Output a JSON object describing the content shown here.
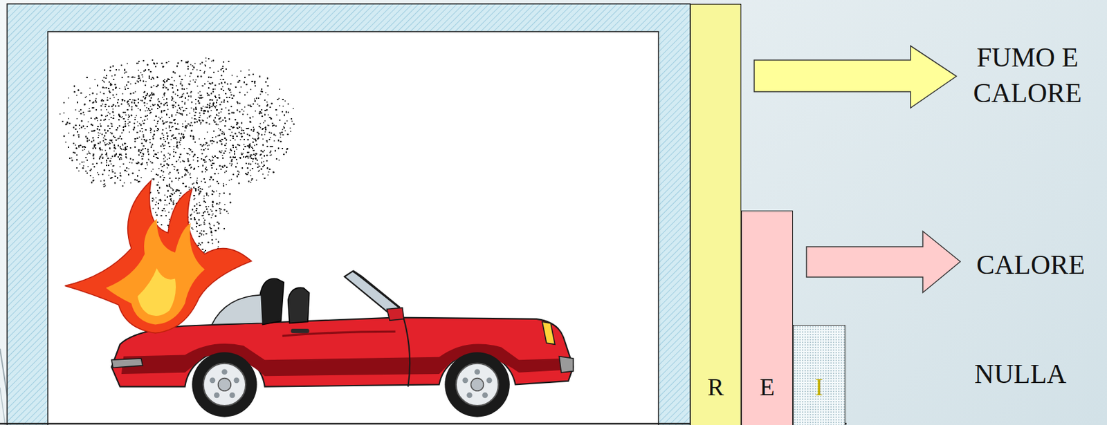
{
  "diagram": {
    "nodes": [
      {
        "text": [
          "R"
        ]
      },
      {
        "text": [
          "E"
        ]
      },
      {
        "text": [
          "I"
        ]
      }
    ],
    "labels": [
      "FUMO E CALORE",
      "CALORE",
      "NULLA"
    ]
  }
}
